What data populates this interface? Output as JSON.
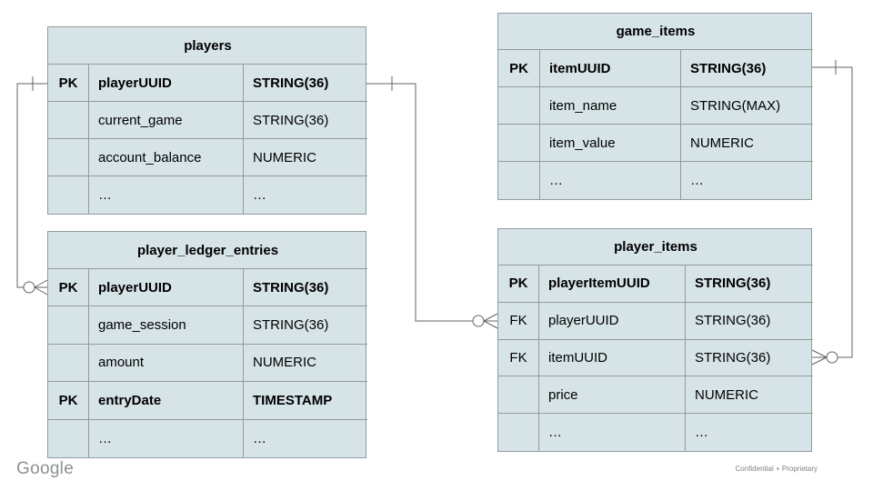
{
  "colors": {
    "table_fill": "#d6e3e7",
    "table_border": "#919c9e",
    "connector": "#5f6368",
    "footer_gray": "#8d9195"
  },
  "tables": {
    "players": {
      "title": "players",
      "rows": [
        {
          "key": "PK",
          "field": "playerUUID",
          "type": "STRING(36)"
        },
        {
          "key": "",
          "field": "current_game",
          "type": "STRING(36)"
        },
        {
          "key": "",
          "field": "account_balance",
          "type": "NUMERIC"
        },
        {
          "key": "",
          "field": "…",
          "type": "…"
        }
      ]
    },
    "game_items": {
      "title": "game_items",
      "rows": [
        {
          "key": "PK",
          "field": "itemUUID",
          "type": "STRING(36)"
        },
        {
          "key": "",
          "field": "item_name",
          "type": "STRING(MAX)"
        },
        {
          "key": "",
          "field": "item_value",
          "type": "NUMERIC"
        },
        {
          "key": "",
          "field": "…",
          "type": "…"
        }
      ]
    },
    "player_ledger_entries": {
      "title": "player_ledger_entries",
      "rows": [
        {
          "key": "PK",
          "field": "playerUUID",
          "type": "STRING(36)"
        },
        {
          "key": "",
          "field": "game_session",
          "type": "STRING(36)"
        },
        {
          "key": "",
          "field": "amount",
          "type": "NUMERIC"
        },
        {
          "key": "PK",
          "field": "entryDate",
          "type": "TIMESTAMP"
        },
        {
          "key": "",
          "field": "…",
          "type": "…"
        }
      ]
    },
    "player_items": {
      "title": "player_items",
      "rows": [
        {
          "key": "PK",
          "field": "playerItemUUID",
          "type": "STRING(36)"
        },
        {
          "key": "FK",
          "field": "playerUUID",
          "type": "STRING(36)"
        },
        {
          "key": "FK",
          "field": "itemUUID",
          "type": "STRING(36)"
        },
        {
          "key": "",
          "field": "price",
          "type": "NUMERIC"
        },
        {
          "key": "",
          "field": "…",
          "type": "…"
        }
      ]
    }
  },
  "relationships": [
    {
      "from_table": "players",
      "from_column": "playerUUID",
      "to_table": "player_ledger_entries",
      "to_column": "playerUUID",
      "from_cardinality": "one",
      "to_cardinality": "zero-or-many"
    },
    {
      "from_table": "players",
      "from_column": "playerUUID",
      "to_table": "player_items",
      "to_column": "playerUUID",
      "from_cardinality": "one",
      "to_cardinality": "zero-or-many"
    },
    {
      "from_table": "game_items",
      "from_column": "itemUUID",
      "to_table": "player_items",
      "to_column": "itemUUID",
      "from_cardinality": "one",
      "to_cardinality": "zero-or-many"
    }
  ],
  "footer": {
    "logo_text": "Google",
    "note": "Confidential + Proprietary"
  }
}
